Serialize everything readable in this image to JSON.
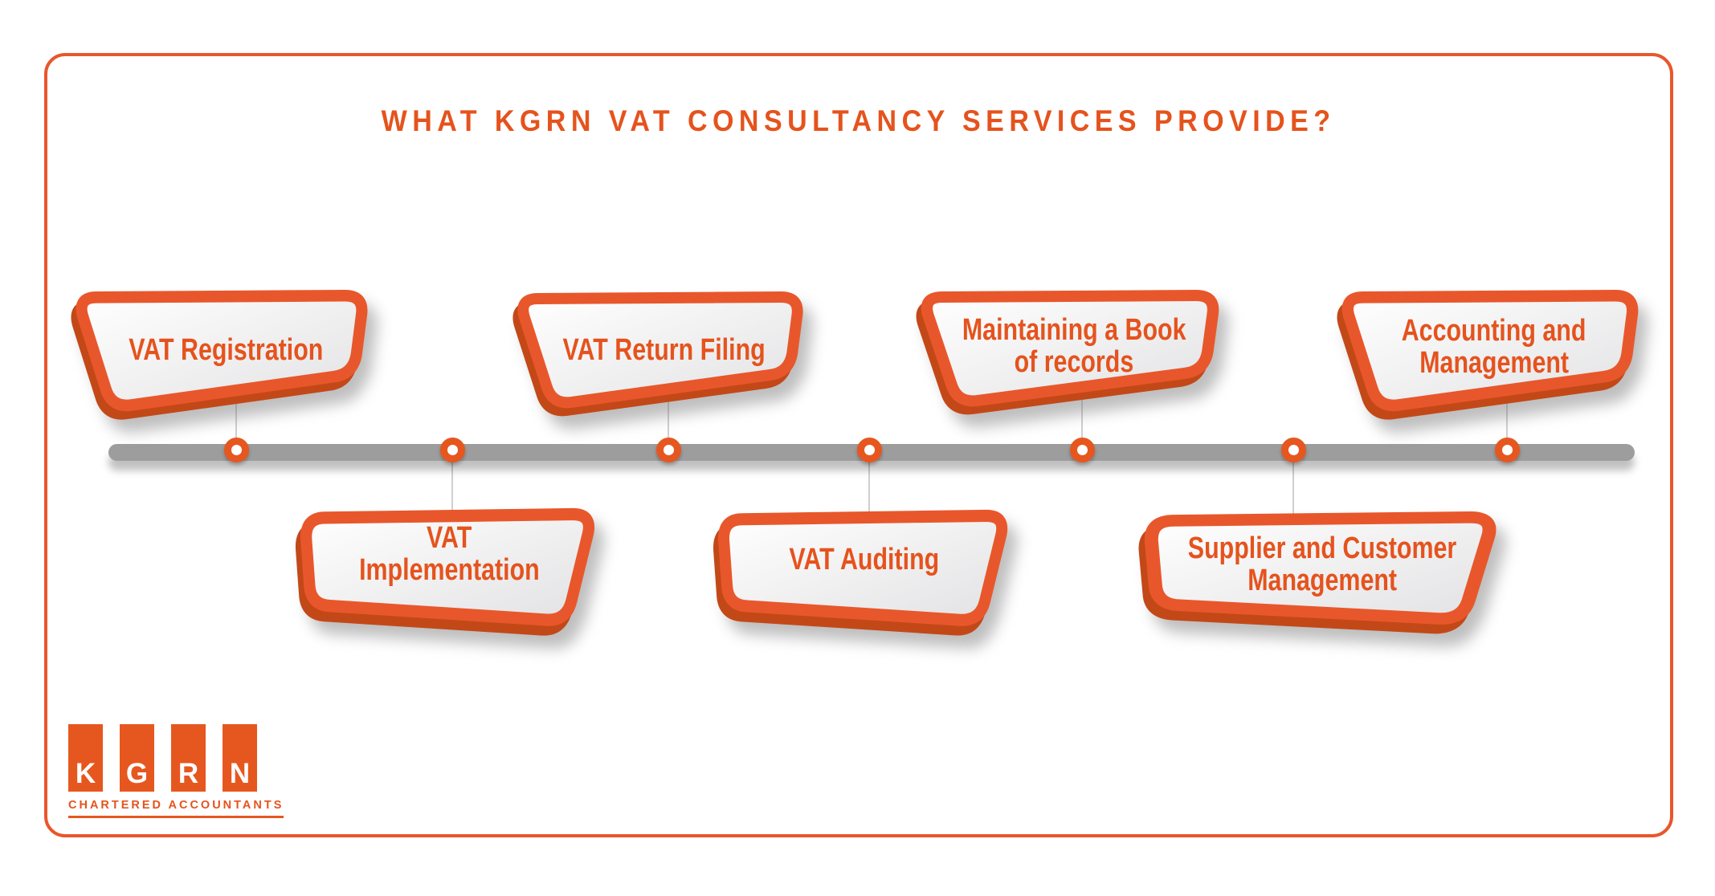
{
  "title": "WHAT KGRN VAT CONSULTANCY SERVICES PROVIDE?",
  "colors": {
    "accent_orange": "#E6571F",
    "border_orange": "#E8572B",
    "dark_orange_3d": "#C34818",
    "banner_fill_top": "#FFFFFF",
    "banner_fill_bottom": "#E2E2E4",
    "timeline_gray": "#9D9D9D",
    "connector_gray": "#CFCFCF"
  },
  "timeline": {
    "node_count": 7
  },
  "services": [
    {
      "label": "VAT Registration",
      "position": "top",
      "lines": [
        "VAT Registration"
      ]
    },
    {
      "label": "VAT Implementation",
      "position": "bottom",
      "lines": [
        "VAT",
        "Implementation"
      ]
    },
    {
      "label": "VAT Return Filing",
      "position": "top",
      "lines": [
        "VAT Return Filing"
      ]
    },
    {
      "label": "VAT Auditing",
      "position": "bottom",
      "lines": [
        "VAT Auditing"
      ]
    },
    {
      "label": "Maintaining a Book of records",
      "position": "top",
      "lines": [
        "Maintaining a Book",
        "of records"
      ]
    },
    {
      "label": "Supplier and Customer Management",
      "position": "bottom",
      "lines": [
        "Supplier and Customer",
        "Management"
      ]
    },
    {
      "label": "Accounting and Management",
      "position": "top",
      "lines": [
        "Accounting and",
        "Management"
      ]
    }
  ],
  "logo": {
    "letters": [
      "K",
      "G",
      "R",
      "N"
    ],
    "tagline": "CHARTERED ACCOUNTANTS"
  }
}
